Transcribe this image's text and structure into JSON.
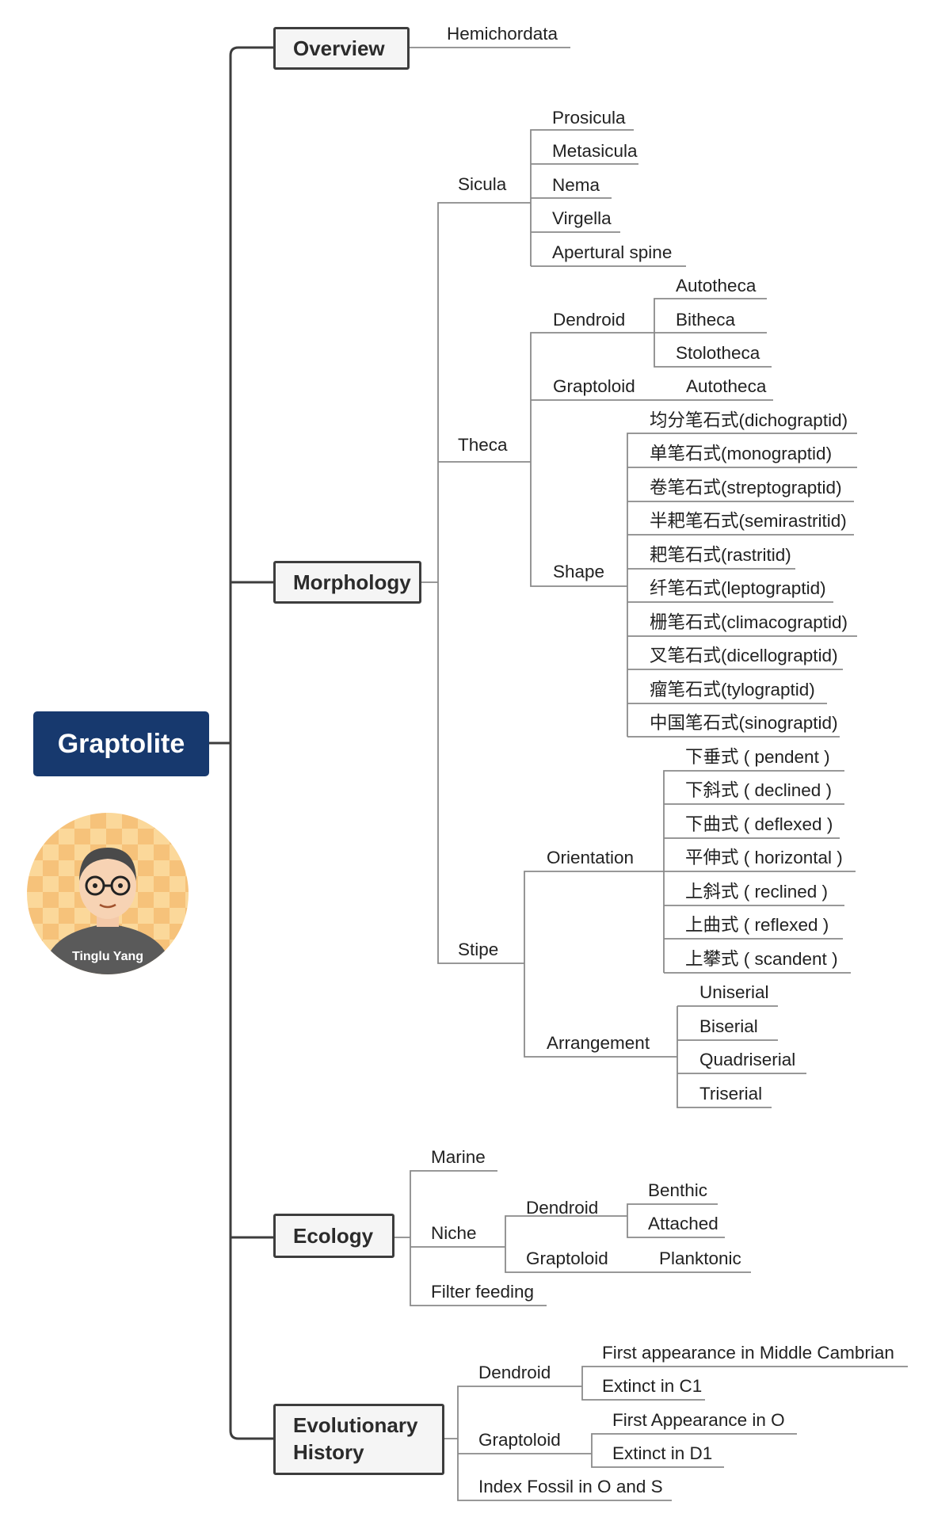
{
  "root": "Graptolite",
  "avatar_name": "Tinglu Yang",
  "overview": {
    "label": "Overview",
    "item": "Hemichordata"
  },
  "morphology": {
    "label": "Morphology",
    "sicula": {
      "label": "Sicula",
      "items": [
        "Prosicula",
        "Metasicula",
        "Nema",
        "Virgella",
        "Apertural spine"
      ]
    },
    "theca": {
      "label": "Theca",
      "dendroid": {
        "label": "Dendroid",
        "items": [
          "Autotheca",
          "Bitheca",
          "Stolotheca"
        ]
      },
      "graptoloid": {
        "label": "Graptoloid",
        "item": "Autotheca"
      },
      "shape": {
        "label": "Shape",
        "items": [
          "均分笔石式(dichograptid)",
          "单笔石式(monograptid)",
          "卷笔石式(streptograptid)",
          "半耙笔石式(semirastritid)",
          "耙笔石式(rastritid)",
          "纤笔石式(leptograptid)",
          "栅笔石式(climacograptid)",
          "叉笔石式(dicellograptid)",
          "瘤笔石式(tylograptid)",
          "中国笔石式(sinograptid)"
        ]
      }
    },
    "stipe": {
      "label": "Stipe",
      "orientation": {
        "label": "Orientation",
        "items": [
          "下垂式 ( pendent )",
          "下斜式 ( declined )",
          "下曲式 ( deflexed )",
          "平伸式 ( horizontal )",
          "上斜式 ( reclined )",
          "上曲式 ( reflexed )",
          "上攀式 ( scandent )"
        ]
      },
      "arrangement": {
        "label": "Arrangement",
        "items": [
          "Uniserial",
          "Biserial",
          "Quadriserial",
          "Triserial"
        ]
      }
    }
  },
  "ecology": {
    "label": "Ecology",
    "marine": "Marine",
    "niche": {
      "label": "Niche",
      "dendroid": {
        "label": "Dendroid",
        "items": [
          "Benthic",
          "Attached"
        ]
      },
      "graptoloid": {
        "label": "Graptoloid",
        "item": "Planktonic"
      }
    },
    "filter": "Filter feeding"
  },
  "evolution": {
    "label_line1": "Evolutionary",
    "label_line2": "History",
    "dendroid": {
      "label": "Dendroid",
      "items": [
        "First appearance in Middle Cambrian",
        "Extinct in C1"
      ]
    },
    "graptoloid": {
      "label": "Graptoloid",
      "items": [
        "First Appearance in O",
        "Extinct in D1"
      ]
    },
    "index": "Index Fossil in O and S"
  },
  "colors": {
    "root_bg": "#17396e",
    "line": "#3d3d3d",
    "underline": "#8a8a8a",
    "avatar_bg": "#fbd89a",
    "avatar_check": "#f6c27a"
  }
}
